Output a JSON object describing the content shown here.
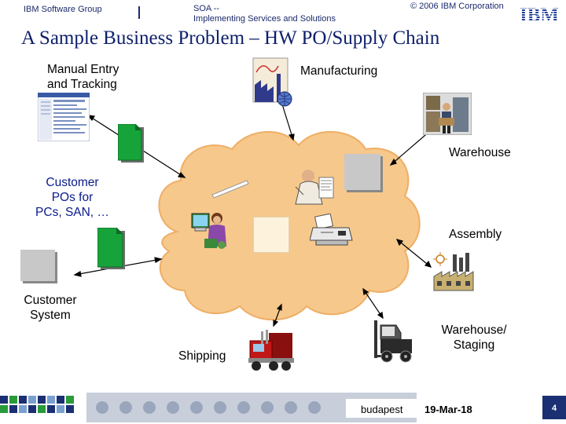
{
  "header": {
    "group": "IBM Software Group",
    "center_line1": "SOA --",
    "center_line2": "Implementing Services and Solutions",
    "copyright": "© 2006 IBM Corporation",
    "logo_text": "IBM"
  },
  "title": "A Sample Business Problem – HW PO/Supply Chain",
  "labels": {
    "manual_entry_line1": "Manual Entry",
    "manual_entry_line2": "and Tracking",
    "manufacturing": "Manufacturing",
    "warehouse": "Warehouse",
    "customer_pos_line1": "Customer",
    "customer_pos_line2": "POs for",
    "customer_pos_line3": "PCs, SAN, …",
    "assembly": "Assembly",
    "customer_system_line1": "Customer",
    "customer_system_line2": "System",
    "warehouse_staging_line1": "Warehouse/",
    "warehouse_staging_line2": "Staging",
    "shipping": "Shipping"
  },
  "footer": {
    "location": "budapest",
    "date": "19-Mar-18",
    "page": "4"
  },
  "colors": {
    "cloud": "#f6c88b",
    "cloud_edge": "#f0b36c",
    "doc_green": "#16a33a",
    "doc_gray": "#c8c8c8",
    "title": "#0d1f6b",
    "footer_blue": "#1b2f73"
  }
}
